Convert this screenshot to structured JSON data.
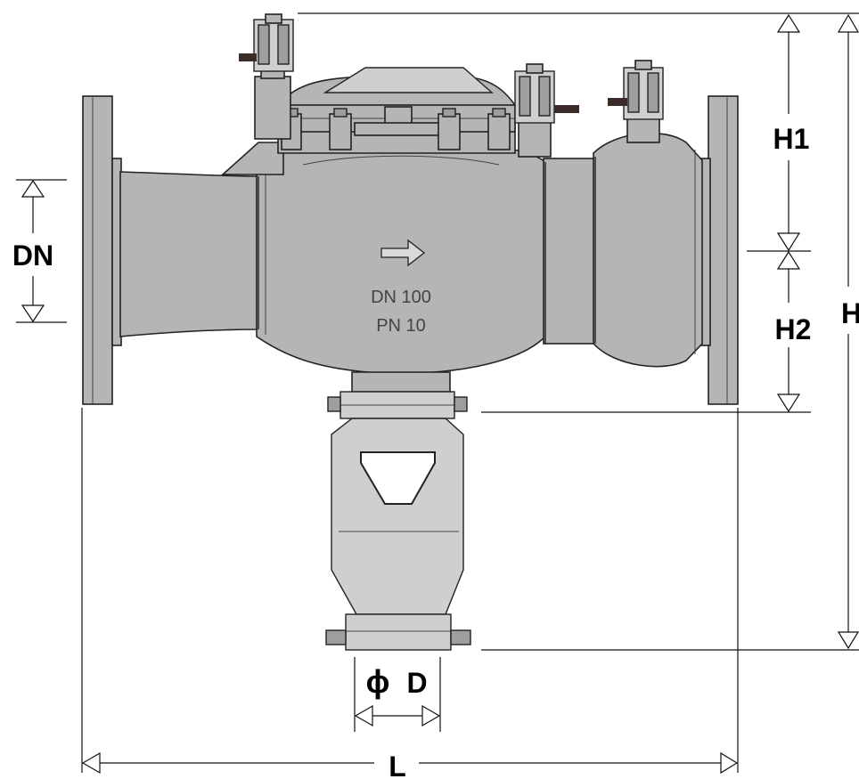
{
  "dimensions": {
    "dn": "DN",
    "h1": "H1",
    "h2": "H2",
    "h": "H",
    "l": "L",
    "d_symbol": "ϕ",
    "d": "D"
  },
  "valve_marking": {
    "nominal_size": "DN 100",
    "pressure_rating": "PN 10"
  },
  "icons": [
    "flow-direction-arrow-icon",
    "dimension-arrowhead-icon"
  ],
  "colors": {
    "body": "#b5b5b5",
    "outline": "#222222",
    "marking_text": "#444444"
  }
}
